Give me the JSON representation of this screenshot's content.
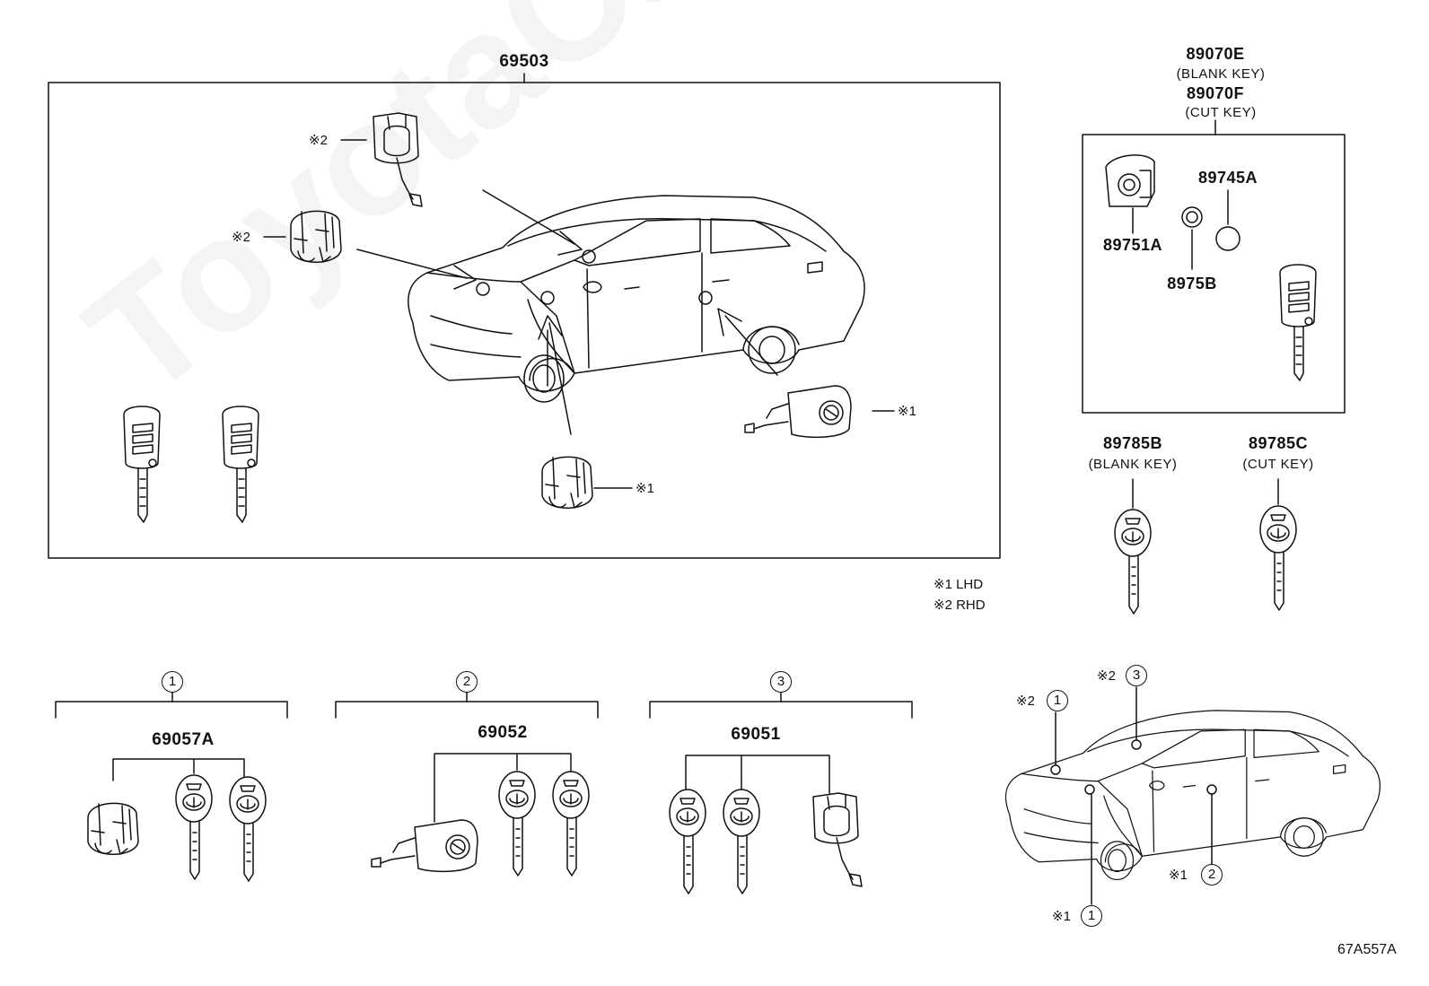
{
  "watermark": "ToyotaCarMine.ru",
  "main_box": {
    "part": "69503"
  },
  "key_set": {
    "part_a": "89070E",
    "part_a_note": "(BLANK KEY)",
    "part_b": "89070F",
    "part_b_note": "(CUT KEY)"
  },
  "key_parts": {
    "cover": "89751A",
    "battery": "89745A",
    "cell": "8975B"
  },
  "single_keys": [
    {
      "part": "89785B",
      "note": "(BLANK KEY)"
    },
    {
      "part": "89785C",
      "note": "(CUT KEY)"
    }
  ],
  "markers": {
    "lhd": "※1",
    "rhd": "※2"
  },
  "legend": {
    "lhd": "※1 LHD",
    "rhd": "※2 RHD"
  },
  "groups": [
    {
      "num": "1",
      "part": "69057A"
    },
    {
      "num": "2",
      "part": "69052"
    },
    {
      "num": "3",
      "part": "69051"
    }
  ],
  "ref_code": "67A557A"
}
